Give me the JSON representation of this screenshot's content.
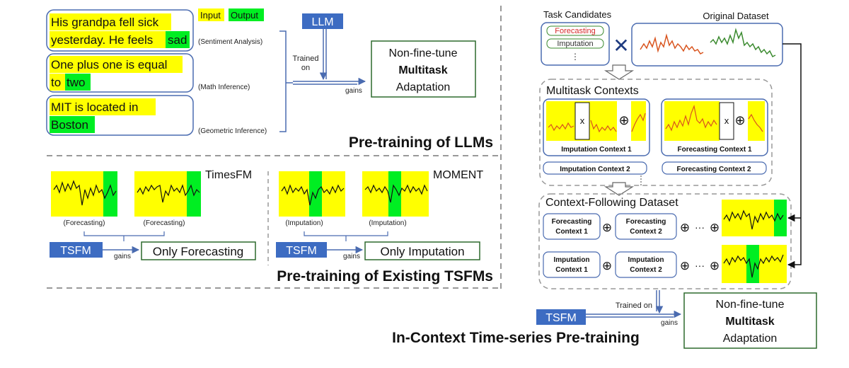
{
  "colors": {
    "highlight_yellow": "#ffff00",
    "highlight_green": "#00ee22",
    "box_blue_fill": "#3d6cc2",
    "box_border_blue": "#4a6bb0",
    "frame_green": "#2d6a2d",
    "dashed_gray": "#999999",
    "series_orange": "#d9541e",
    "series_green": "#3a8a2e",
    "red_text": "#d62a2a"
  },
  "llm_section": {
    "legend_input": "Input",
    "legend_output": "Output",
    "examples": [
      {
        "line1": "His grandpa fell sick",
        "line2_prefix": "yesterday. He feels ",
        "answer": "sad",
        "task": "(Sentiment Analysis)"
      },
      {
        "line1": "One plus one is equal",
        "line2_prefix": "to ",
        "answer": "two",
        "task": "(Math Inference)"
      },
      {
        "line1": "MIT is located in",
        "line2_prefix": "",
        "answer": "Boston",
        "task": "(Geometric Inference)"
      }
    ],
    "model_label": "LLM",
    "trained_on_line1": "Trained",
    "trained_on_line2": "on",
    "gains_label": "gains",
    "result_line1": "Non-fine-tune",
    "result_line2": "Multitask",
    "result_line3": "Adaptation",
    "section_title": "Pre-training of LLMs"
  },
  "tsfm_section": {
    "timesfm_label": "TimesFM",
    "moment_label": "MOMENT",
    "forecasting_caption": "(Forecasting)",
    "imputation_caption": "(Imputation)",
    "model_label": "TSFM",
    "gains_label": "gains",
    "only_forecasting": "Only Forecasting",
    "only_imputation": "Only Imputation",
    "section_title": "Pre-training of Existing TSFMs"
  },
  "ictsp_section": {
    "task_candidates_label": "Task Candidates",
    "task_forecasting": "Forecasting",
    "task_imputation": "Imputation",
    "task_more": "⋮",
    "cross_symbol": "✕",
    "original_dataset_label": "Original Dataset",
    "multitask_contexts_label": "Multitask Contexts",
    "mask_symbol": "x",
    "imputation_context_1": "Imputation Context 1",
    "imputation_context_2": "Imputation Context 2",
    "forecasting_context_1": "Forecasting Context 1",
    "forecasting_context_2": "Forecasting Context 2",
    "context_following_label": "Context-Following Dataset",
    "forecasting_word": "Forecasting",
    "imputation_word": "Imputation",
    "context_1": "Context 1",
    "context_2": "Context 2",
    "plus_symbol": "⊕",
    "ellipsis": "···",
    "model_label": "TSFM",
    "trained_on": "Trained on",
    "gains_label": "gains",
    "result_line1": "Non-fine-tune",
    "result_line2": "Multitask",
    "result_line3": "Adaptation",
    "section_title": "In-Context Time-series Pre-training"
  }
}
